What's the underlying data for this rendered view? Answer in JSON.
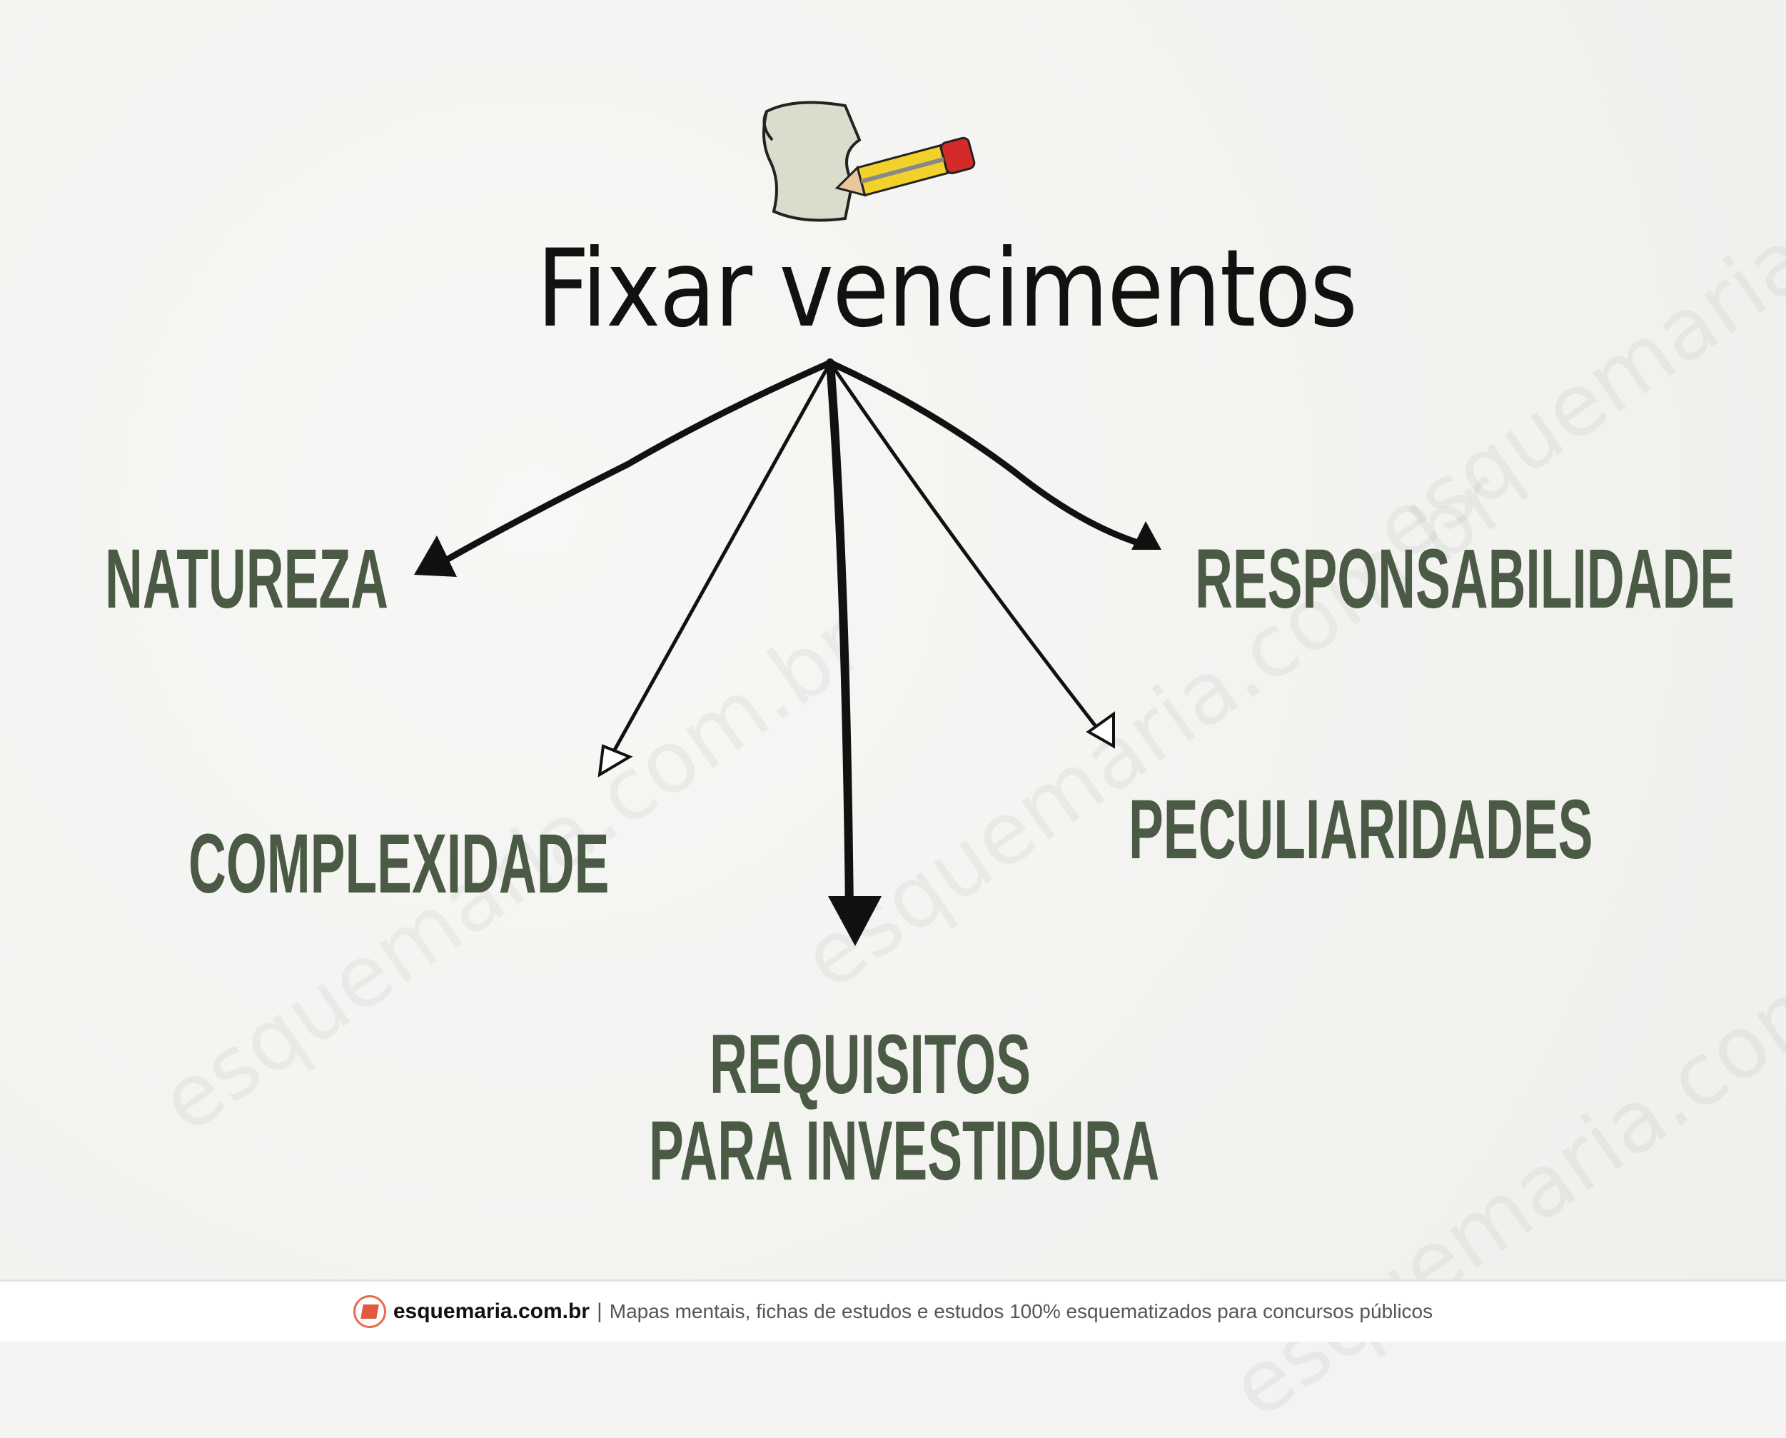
{
  "title": "Fixar vencimentos",
  "nodes": {
    "natureza": "NATUREZA",
    "responsabilidade": "RESPONSABILIDADE",
    "complexidade": "COMPLEXIDADE",
    "peculiaridades": "PECULIARIDADES",
    "requisitos_line1": "REQUISITOS",
    "requisitos_line2": "PARA INVESTIDURA"
  },
  "watermark": "esquemaria.com.br",
  "footer": {
    "brand": "esquemaria.com.br",
    "separator": "|",
    "tagline": "Mapas mentais, fichas de estudos e estudos 100% esquematizados para concursos públicos"
  },
  "colors": {
    "node_text": "#4b5a45",
    "accent": "#e15a3e"
  }
}
